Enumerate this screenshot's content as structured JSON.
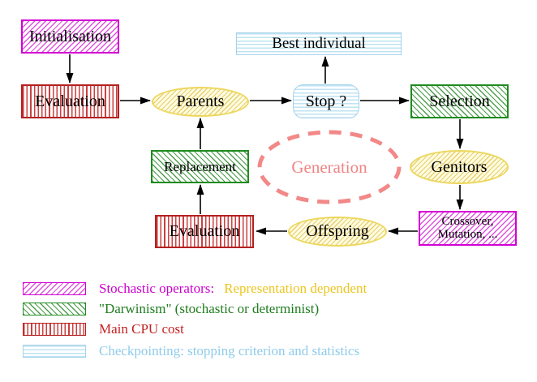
{
  "diagram": {
    "nodes": {
      "initialisation": {
        "label": "Initialisation",
        "pattern": "magenta-diagonal-hatch"
      },
      "evaluation_top": {
        "label": "Evaluation",
        "pattern": "red-vertical-stripes"
      },
      "parents": {
        "label": "Parents",
        "pattern": "yellow-diagonal-hatch"
      },
      "best_individual": {
        "label": "Best individual",
        "pattern": "cyan-horizontal-stripes"
      },
      "stop": {
        "label": "Stop ?",
        "pattern": "cyan-horizontal-stripes"
      },
      "selection": {
        "label": "Selection",
        "pattern": "green-diagonal-hatch"
      },
      "replacement": {
        "label": "Replacement",
        "pattern": "green-diagonal-hatch"
      },
      "generation": {
        "label": "Generation",
        "style": "dashed-ellipse"
      },
      "genitors": {
        "label": "Genitors",
        "pattern": "yellow-diagonal-hatch"
      },
      "evaluation_bottom": {
        "label": "Evaluation",
        "pattern": "red-vertical-stripes"
      },
      "offspring": {
        "label": "Offspring",
        "pattern": "yellow-diagonal-hatch"
      },
      "crossover_mutation": {
        "line1": "Crossover,",
        "line2": "Mutation, ...",
        "pattern": "magenta-diagonal-hatch"
      }
    },
    "legend": {
      "items": [
        {
          "swatch": "magenta-diagonal-hatch",
          "label": "Stochastic operators:",
          "label2": "Representation dependent"
        },
        {
          "swatch": "green-diagonal-hatch",
          "label": "\"Darwinism\" (stochastic or determinist)"
        },
        {
          "swatch": "red-vertical-stripes",
          "label": "Main CPU cost"
        },
        {
          "swatch": "cyan-horizontal-stripes",
          "label": "Checkpointing: stopping criterion and statistics"
        }
      ]
    },
    "colors": {
      "magenta": "#d400d4",
      "red": "#b52020",
      "green": "#1f8b1f",
      "cyan": "#a5d2ea",
      "yellow": "#ecd75e",
      "salmon": "#ef8585",
      "text": "#000000",
      "legend_yellow_text": "#eec51e"
    }
  }
}
